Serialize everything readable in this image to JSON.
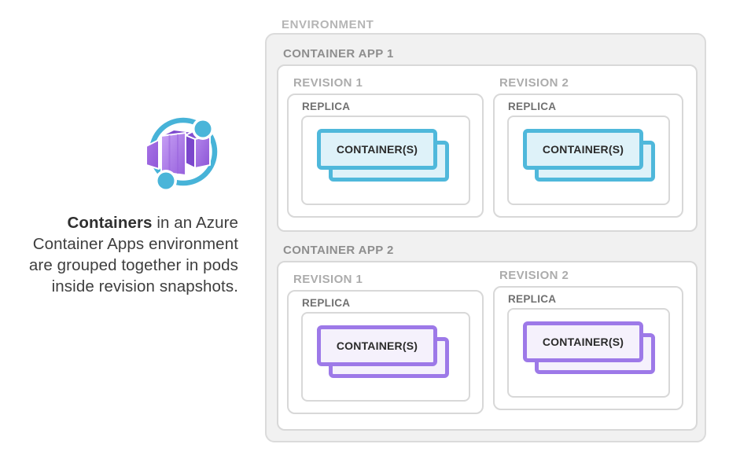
{
  "left_panel": {
    "icon": "azure-container-apps-icon",
    "caption": {
      "lead": "Containers",
      "line1_rest": " in an Azure",
      "line2": "Container Apps environment",
      "line3": "are grouped together in pods",
      "line4": "inside revision snapshots."
    },
    "icon_colors": {
      "orbit_teal": "#47B3D8",
      "cube_purple": "#9A64DE"
    }
  },
  "diagram": {
    "environment": {
      "label": "ENVIRONMENT",
      "box_fill": "#F1F1F1",
      "box_border": "#DBDBDB",
      "apps": [
        {
          "label": "CONTAINER APP 1",
          "container_border": "#4FB8DB",
          "container_fill": "#DEF2F9",
          "revisions": [
            {
              "label": "REVISION 1",
              "replica": {
                "label": "REPLICA",
                "containers": {
                  "label": "CONTAINER(S)"
                }
              }
            },
            {
              "label": "REVISION 2",
              "replica": {
                "label": "REPLICA",
                "containers": {
                  "label": "CONTAINER(S)"
                }
              }
            }
          ]
        },
        {
          "label": "CONTAINER APP 2",
          "container_border": "#9D79E8",
          "container_fill": "#F5F1FC",
          "revisions": [
            {
              "label": "REVISION 1",
              "replica": {
                "label": "REPLICA",
                "containers": {
                  "label": "CONTAINER(S)"
                }
              }
            },
            {
              "label": "REVISION 2",
              "replica": {
                "label": "REPLICA",
                "containers": {
                  "label": "CONTAINER(S)"
                }
              }
            }
          ]
        }
      ]
    }
  }
}
